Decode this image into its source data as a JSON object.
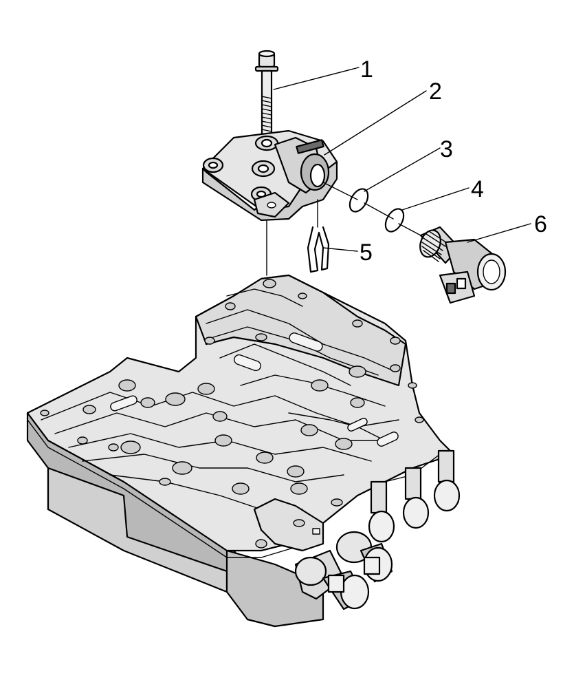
{
  "diagram": {
    "callouts": [
      {
        "id": "1",
        "label": "1",
        "part": "bolt"
      },
      {
        "id": "2",
        "label": "2",
        "part": "solenoid-housing"
      },
      {
        "id": "3",
        "label": "3",
        "part": "o-ring-outer"
      },
      {
        "id": "4",
        "label": "4",
        "part": "o-ring-inner"
      },
      {
        "id": "5",
        "label": "5",
        "part": "retaining-clip"
      },
      {
        "id": "6",
        "label": "6",
        "part": "solenoid"
      }
    ],
    "colors": {
      "ink": "#000000",
      "fill": "#e6e6e6",
      "shade": "#b8b8b8",
      "dark": "#6a6a6a",
      "background": "#ffffff"
    }
  }
}
